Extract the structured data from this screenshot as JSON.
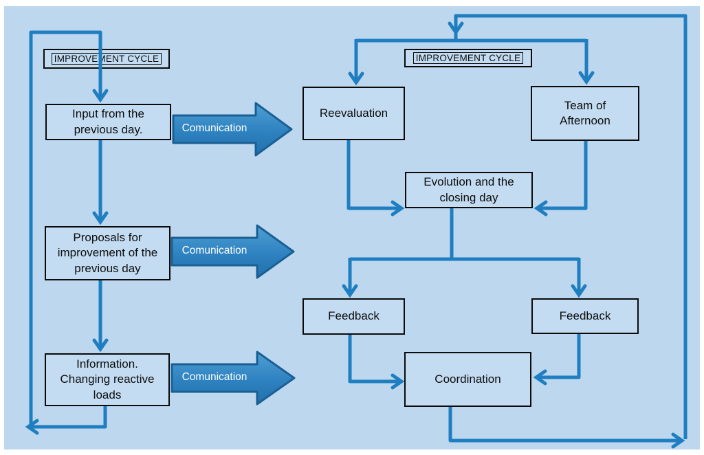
{
  "cycle_labels": {
    "left": "IMPROVEMENT CYCLE",
    "right": "IMPROVEMENT CYCLE"
  },
  "nodes": {
    "input": {
      "label": "Input from the\nprevious day."
    },
    "proposals": {
      "label": "Proposals for\nimprovement of the\nprevious day"
    },
    "information": {
      "label": "Information.\nChanging reactive\nloads"
    },
    "reevaluation": {
      "label": "Reevaluation"
    },
    "team": {
      "label": "Team of\nAfternoon"
    },
    "evolution": {
      "label": "Evolution and the\nclosing day"
    },
    "feedback_left": {
      "label": "Feedback"
    },
    "feedback_right": {
      "label": "Feedback"
    },
    "coordination": {
      "label": "Coordination"
    }
  },
  "connectors": {
    "comunication_1": {
      "label": "Comunication"
    },
    "comunication_2": {
      "label": "Comunication"
    },
    "comunication_3": {
      "label": "Comunication"
    }
  },
  "colors": {
    "background": "#bdd7ee",
    "node_fill": "#c3dcf2",
    "node_border": "#0a0a0a",
    "line_blue": "#1e7ec0",
    "block_arrow_fill": "#2e82c0",
    "block_arrow_border": "#1a5f94",
    "block_arrow_text": "#ffffff"
  }
}
